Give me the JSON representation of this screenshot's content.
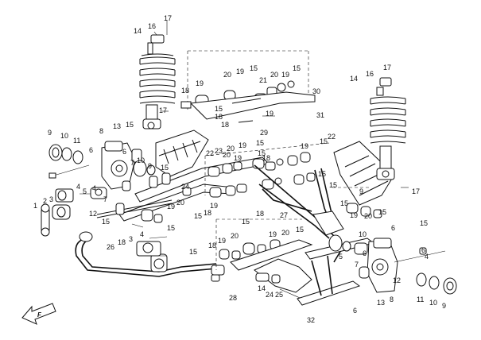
{
  "callouts": {
    "c01": "17",
    "c02": "14",
    "c03": "16",
    "c04": "18",
    "c05": "19",
    "c06": "20",
    "c07": "15",
    "c08": "19",
    "c09": "15",
    "c10": "18",
    "c11": "21",
    "c12": "20",
    "c13": "19",
    "c14": "15",
    "c15": "30",
    "c16": "17",
    "c17": "14",
    "c18": "16",
    "c19": "17",
    "c20": "18",
    "c21": "19",
    "c22": "9",
    "c23": "10",
    "c24": "11",
    "c25": "8",
    "c26": "13",
    "c27": "15",
    "c28": "31",
    "c29": "29",
    "c30": "22",
    "c31": "23",
    "c32": "20",
    "c33": "19",
    "c34": "15",
    "c35": "15",
    "c36": "19",
    "c37": "20",
    "c38": "18",
    "c39": "19",
    "c40": "15",
    "c41": "22",
    "c42": "6",
    "c43": "6",
    "c44": "7",
    "c45": "9",
    "c46": "10",
    "c47": "15",
    "c48": "24",
    "c49": "2",
    "c50": "3",
    "c51": "4",
    "c52": "5",
    "c53": "1",
    "c54": "12",
    "c55": "7",
    "c56": "4",
    "c57": "17",
    "c58": "19",
    "c59": "20",
    "c60": "15",
    "c61": "18",
    "c62": "19",
    "c63": "15",
    "c64": "15",
    "c65": "19",
    "c66": "20",
    "c67": "15",
    "c68": "15",
    "c69": "18",
    "c70": "27",
    "c71": "26",
    "c72": "18",
    "c73": "3",
    "c74": "15",
    "c75": "28",
    "c76": "18",
    "c77": "19",
    "c78": "20",
    "c79": "14",
    "c80": "24",
    "c81": "25",
    "c82": "5",
    "c83": "19",
    "c84": "20",
    "c85": "15",
    "c86": "10",
    "c87": "6",
    "c88": "15",
    "c89": "6",
    "c90": "7",
    "c91": "6",
    "c92": "4",
    "c93": "12",
    "c94": "13",
    "c95": "8",
    "c96": "11",
    "c97": "10",
    "c98": "9",
    "c99": "32",
    "c100": "6",
    "c101": "4",
    "c102": "15",
    "c103": "15",
    "c104": "9",
    "c105": "15"
  },
  "icons": {
    "direction_arrow": "front-direction-arrow-icon"
  }
}
